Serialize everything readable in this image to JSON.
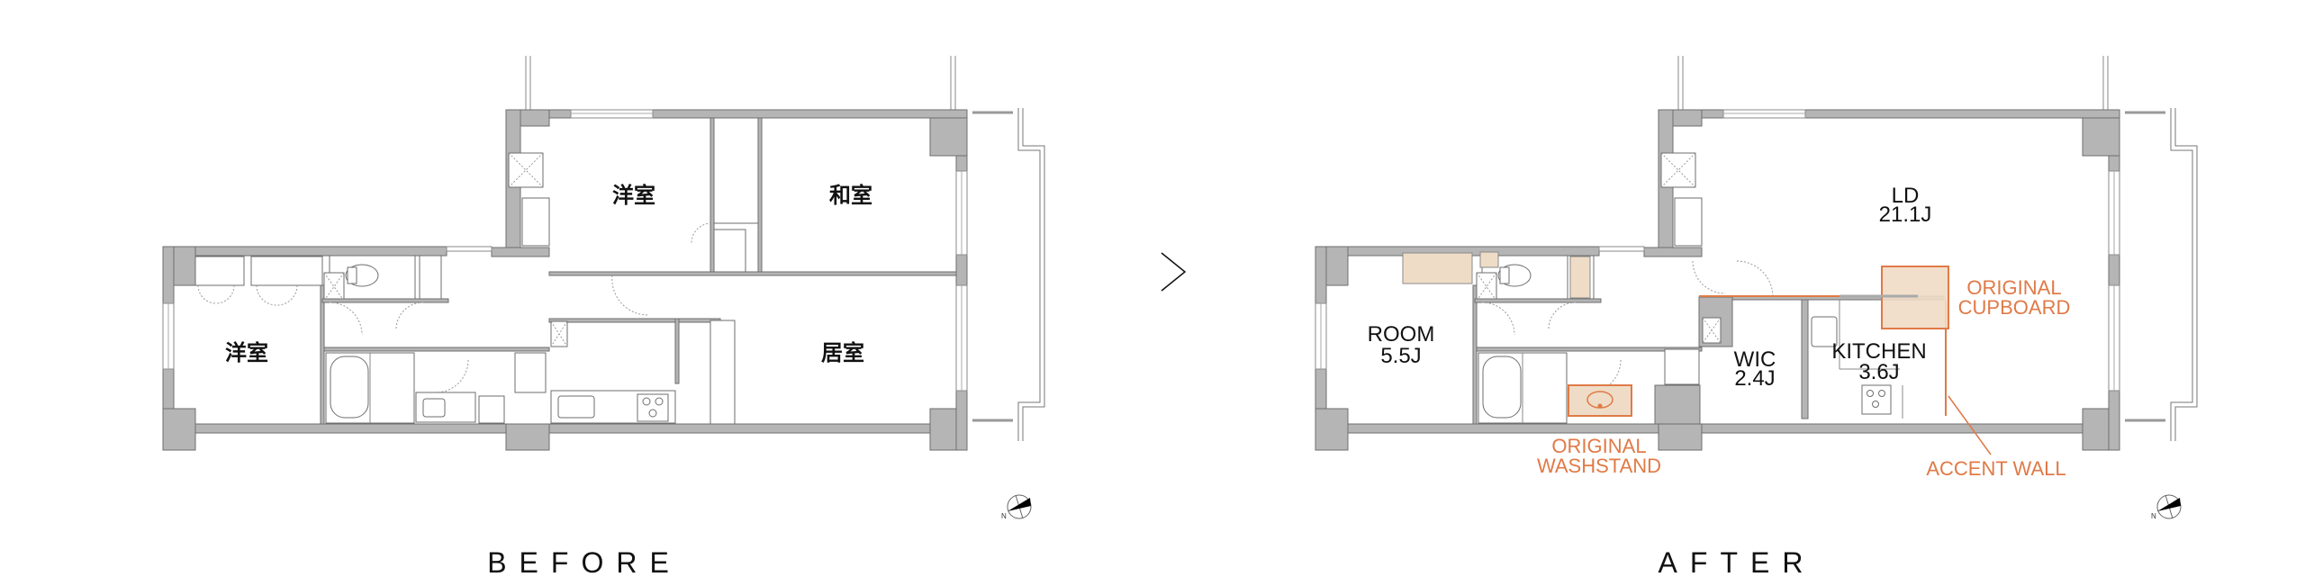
{
  "before": {
    "title": "BEFORE",
    "rooms": [
      {
        "name": "洋室"
      },
      {
        "name": "洋室"
      },
      {
        "name": "和室"
      },
      {
        "name": "居室"
      }
    ],
    "compass_label": "N"
  },
  "after": {
    "title": "AFTER",
    "rooms": [
      {
        "name": "ROOM",
        "size": "5.5J"
      },
      {
        "name": "LD",
        "size": "21.1J"
      },
      {
        "name": "WIC",
        "size": "2.4J"
      },
      {
        "name": "KITCHEN",
        "size": "3.6J"
      }
    ],
    "annotations": {
      "washstand": [
        "ORIGINAL",
        "WASHSTAND"
      ],
      "cupboard": [
        "ORIGINAL",
        "CUPBOARD"
      ],
      "accent_wall": "ACCENT WALL"
    },
    "compass_label": "N"
  },
  "arrow_icon": "chevron-right-icon",
  "colors": {
    "wall": "#b5b5b5",
    "accent": "#e07a47",
    "highlight_fill": "#efdcc6",
    "text": "#111111"
  }
}
